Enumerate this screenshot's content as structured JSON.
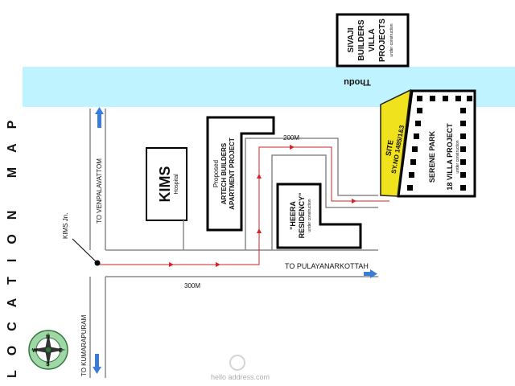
{
  "side_title": "LOCATION MAP",
  "water_label": "Thodu",
  "buildings": {
    "sivaji": {
      "line1": "SIVAJI",
      "line2": "BUILDERS",
      "line3": "VILLA",
      "line4": "PROJECTS",
      "sub": "under construction"
    },
    "serene": {
      "line1": "SERENE PARK",
      "line2": "18 VILLA PROJECT",
      "sub": "under construction"
    },
    "site": {
      "line1": "SITE",
      "line2": "SY.NO 1485/1&3"
    },
    "kims": {
      "name": "KIMS",
      "sub": "Hospital"
    },
    "artech": {
      "line1": "Proposed",
      "line2": "ARTECH BUILDERS",
      "line3": "APARTMENT PROJECT"
    },
    "heera": {
      "line1": "\"HEERA",
      "line2": "RESIDENCY\"",
      "sub": "under construction"
    }
  },
  "roads": {
    "to_venpalavattom": "TO VENPALAVATTOM",
    "to_kumarapuram": "TO KUMARAPURAM",
    "to_pulayanarkottah": "TO PULAYANARKOTTAH",
    "kims_jn": "KIMS Jn.",
    "dist_200m": "200M",
    "dist_300m": "300M"
  },
  "compass": {
    "n": "N",
    "s": "S",
    "e": "E",
    "w": "W"
  },
  "watermark": "hello address.com",
  "colors": {
    "water": "#bff3ff",
    "site": "#f0e21c",
    "route": "#d62222",
    "arrow_blue": "#3a7dd8"
  }
}
